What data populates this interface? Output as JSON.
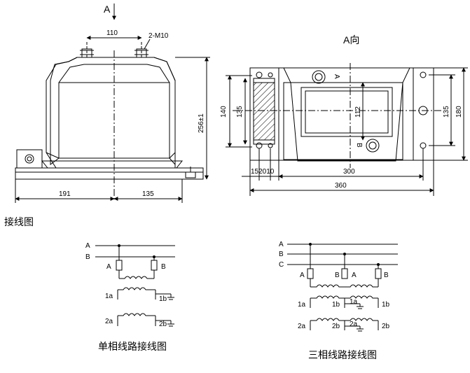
{
  "views": {
    "front_arrow_label": "A",
    "side_view_title": "A向"
  },
  "front_dims": {
    "top_width": "110",
    "bolt": "2-M10",
    "height": "256±1",
    "bottom_left": "191",
    "bottom_right": "135"
  },
  "side_dims": {
    "left_outer": "140",
    "left_inner": "135",
    "center": "112",
    "right_inner": "135",
    "right_outer": "180",
    "bottom_small": "152010",
    "bottom_mid": "300",
    "bottom_total": "360",
    "terminal_a": "A",
    "terminal_b": "B"
  },
  "section_title": "接线图",
  "single_phase": {
    "bus_a": "A",
    "bus_b": "B",
    "primary_a": "A",
    "primary_b": "B",
    "sec1_a": "1a",
    "sec1_b": "1b",
    "sec2_a": "2a",
    "sec2_b": "2b",
    "caption": "单相线路接线图"
  },
  "three_phase": {
    "bus_a": "A",
    "bus_b": "B",
    "bus_c": "C",
    "t1_a": "A",
    "t1_b": "B",
    "t2_a": "A",
    "t2_b": "B",
    "s1_left": "1a",
    "s1_mid_b": "1b",
    "s1_mid_a": "1a",
    "s1_right": "1b",
    "s2_left": "2a",
    "s2_mid_b": "2b",
    "s2_mid_a": "2a",
    "s2_right": "2b",
    "caption": "三相线路接线图"
  }
}
